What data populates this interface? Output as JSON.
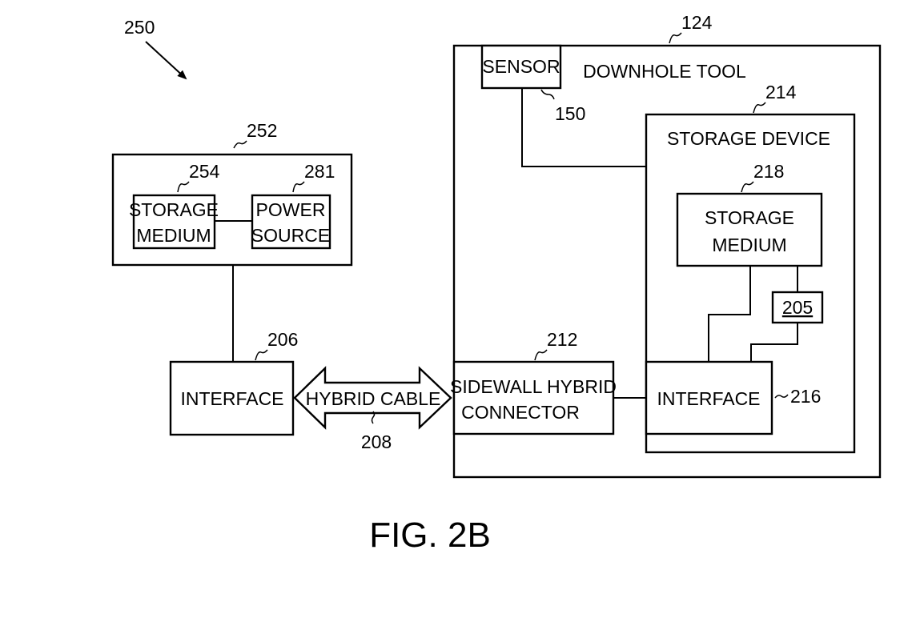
{
  "figure": {
    "caption": "FIG. 2B",
    "system_ref": "250"
  },
  "surface_unit": {
    "ref": "252",
    "storage_medium": {
      "ref": "254",
      "line1": "STORAGE",
      "line2": "MEDIUM"
    },
    "power_source": {
      "ref": "281",
      "line1": "POWER",
      "line2": "SOURCE"
    }
  },
  "surface_interface": {
    "ref": "206",
    "label": "INTERFACE"
  },
  "hybrid_cable": {
    "ref": "208",
    "label": "HYBRID CABLE"
  },
  "downhole_tool": {
    "ref": "124",
    "label": "DOWNHOLE TOOL",
    "sensor": {
      "ref": "150",
      "label": "SENSOR"
    },
    "connector": {
      "ref": "212",
      "line1": "SIDEWALL HYBRID",
      "line2": "CONNECTOR"
    },
    "storage_device": {
      "ref": "214",
      "label": "STORAGE DEVICE",
      "storage_medium": {
        "ref": "218",
        "line1": "STORAGE",
        "line2": "MEDIUM"
      },
      "component": {
        "ref": "205"
      },
      "interface": {
        "ref": "216",
        "label": "INTERFACE"
      }
    }
  }
}
